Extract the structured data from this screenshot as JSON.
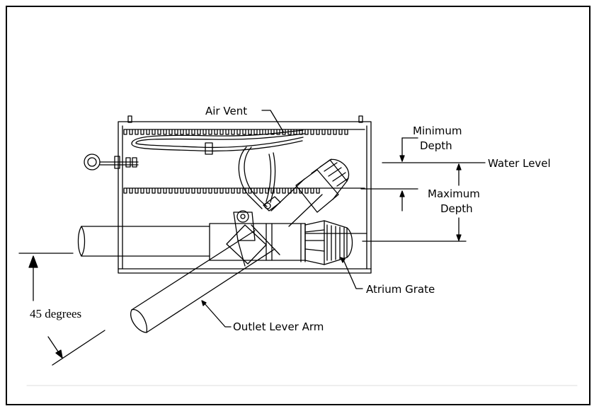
{
  "labels": {
    "air_vent": "Air Vent",
    "minimum_depth_line1": "Minimum",
    "minimum_depth_line2": "Depth",
    "water_level": "Water Level",
    "maximum_depth_line1": "Maximum",
    "maximum_depth_line2": "Depth",
    "atrium_grate": "Atrium Grate",
    "outlet_lever_arm": "Outlet Lever Arm",
    "angle": "45 degrees"
  },
  "colors": {
    "line": "#000000",
    "background": "#ffffff"
  }
}
